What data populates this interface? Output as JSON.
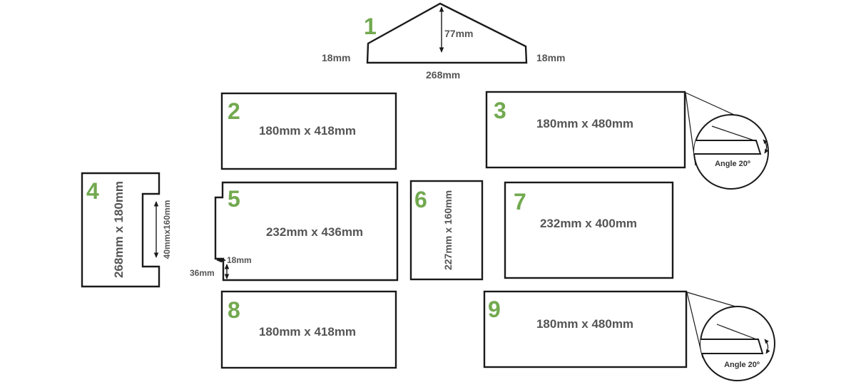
{
  "pieces": [
    {
      "number": "1",
      "height_label": "77mm",
      "left_label": "18mm",
      "right_label": "18mm",
      "base_label": "268mm"
    },
    {
      "number": "2",
      "size_label": "180mm x 418mm"
    },
    {
      "number": "3",
      "size_label": "180mm x 480mm",
      "detail_label": "Angle 20º"
    },
    {
      "number": "4",
      "size_label": "268mm x 180mm",
      "cutout_label": "40mmx160mm"
    },
    {
      "number": "5",
      "size_label": "232mm x 436mm",
      "notch_width_label": "18mm",
      "notch_height_label": "36mm"
    },
    {
      "number": "6",
      "size_label": "227mm x 160mm"
    },
    {
      "number": "7",
      "size_label": "232mm x 400mm"
    },
    {
      "number": "8",
      "size_label": "180mm x 418mm"
    },
    {
      "number": "9",
      "size_label": "180mm x 480mm",
      "detail_label": "Angle 20º"
    }
  ],
  "colors": {
    "number": "#72a94f",
    "label": "#555555",
    "outline": "#1a1a1a"
  }
}
